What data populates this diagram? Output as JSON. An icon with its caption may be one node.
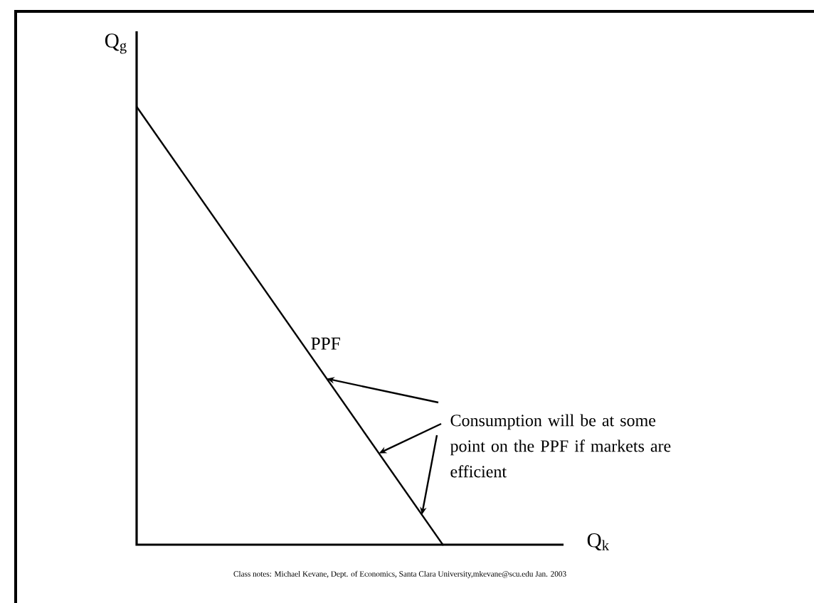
{
  "diagram": {
    "nodes": [
      {
        "text": [],
        "shape": "line"
      },
      {
        "text": [
          "Consumption will be at some point on the PPF if markets are efficient"
        ]
      }
    ],
    "edges": [
      {
        "from": 1,
        "to": 0,
        "arrow": "to"
      },
      {
        "from": 1,
        "to": 0,
        "arrow": "to"
      },
      {
        "from": 1,
        "to": 0,
        "arrow": "to"
      }
    ],
    "labels": [
      "Q$_{g}$",
      "PPF",
      "Q$_{k}$",
      "Class notes: Michael Kevane, Dept. of Economics, Santa Clara University,mkevane@scu.edu   Jan. 2003"
    ]
  }
}
